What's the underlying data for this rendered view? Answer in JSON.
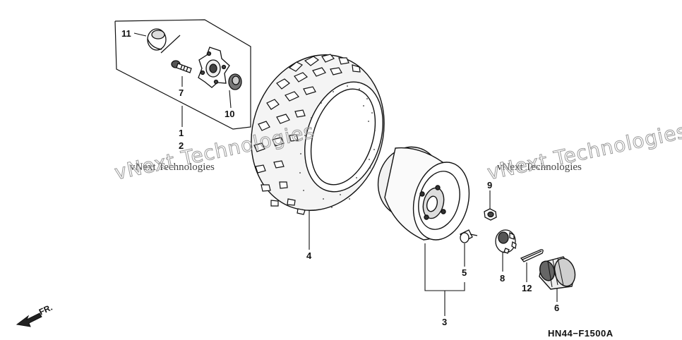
{
  "diagram_code": "HN44−F1500A",
  "front_arrow_label": "FR.",
  "watermarks": [
    "vNext Technologies",
    "vNext Technologies"
  ],
  "parts": [
    {
      "ref": "1",
      "label": "1"
    },
    {
      "ref": "2",
      "label": "2"
    },
    {
      "ref": "3",
      "label": "3"
    },
    {
      "ref": "4",
      "label": "4"
    },
    {
      "ref": "5",
      "label": "5"
    },
    {
      "ref": "6",
      "label": "6"
    },
    {
      "ref": "7",
      "label": "7"
    },
    {
      "ref": "8",
      "label": "8"
    },
    {
      "ref": "9",
      "label": "9"
    },
    {
      "ref": "10",
      "label": "10"
    },
    {
      "ref": "11",
      "label": "11"
    },
    {
      "ref": "12",
      "label": "12"
    }
  ]
}
